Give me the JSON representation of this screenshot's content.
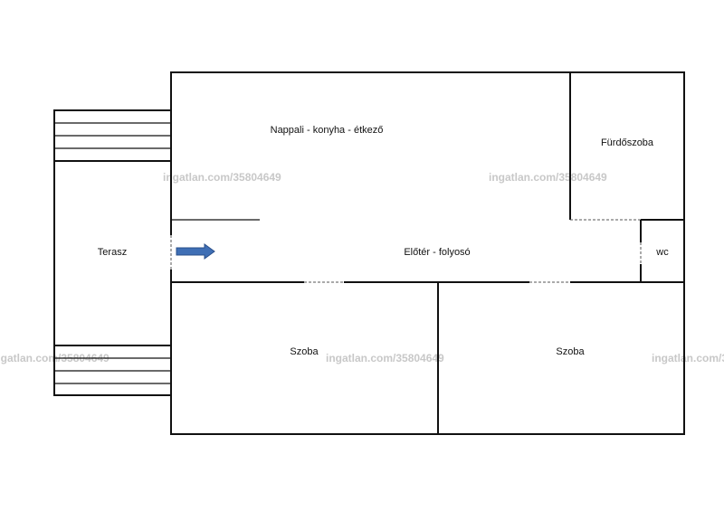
{
  "rooms": {
    "living": "Nappali - konyha - étkező",
    "bathroom": "Fürdőszoba",
    "terrace": "Terasz",
    "hall": "Előtér - folyosó",
    "wc": "wc",
    "room_left": "Szoba",
    "room_right": "Szoba"
  },
  "watermark": "ingatlan.com/35804649",
  "colors": {
    "walls": "#111111",
    "arrow": "#3f6fb5",
    "watermark": "#c8c8c8"
  },
  "icons": {
    "entrance": "entrance-arrow-icon"
  }
}
